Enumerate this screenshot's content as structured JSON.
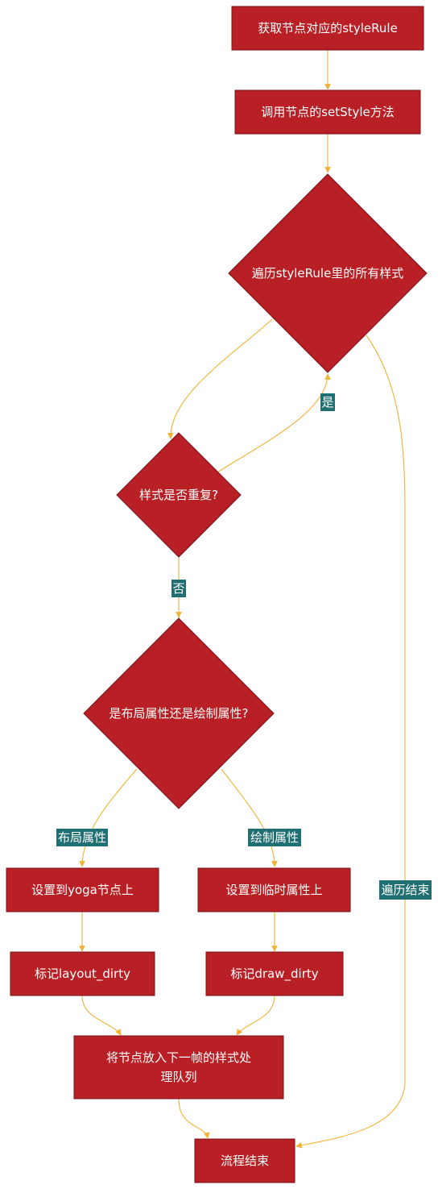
{
  "nodes": {
    "get_rule": "获取节点对应的styleRule",
    "call_setstyle": "调用节点的setStyle方法",
    "iterate": "遍历styleRule里的所有样式",
    "is_duplicate": "样式是否重复?",
    "layout_or_draw": "是布局属性还是绘制属性?",
    "set_yoga": "设置到yoga节点上",
    "set_temp": "设置到临时属性上",
    "mark_layout": "标记layout_dirty",
    "mark_draw": "标记draw_dirty",
    "enqueue_line1": "将节点放入下一帧的样式处",
    "enqueue_line2": "理队列",
    "end": "流程结束"
  },
  "edges": {
    "yes": "是",
    "no": "否",
    "layout_attr": "布局属性",
    "draw_attr": "绘制属性",
    "iterate_done": "遍历结束"
  },
  "colors": {
    "node_fill": "#b92025",
    "edge_stroke": "#f2b233",
    "label_bg": "#1f6f73"
  }
}
